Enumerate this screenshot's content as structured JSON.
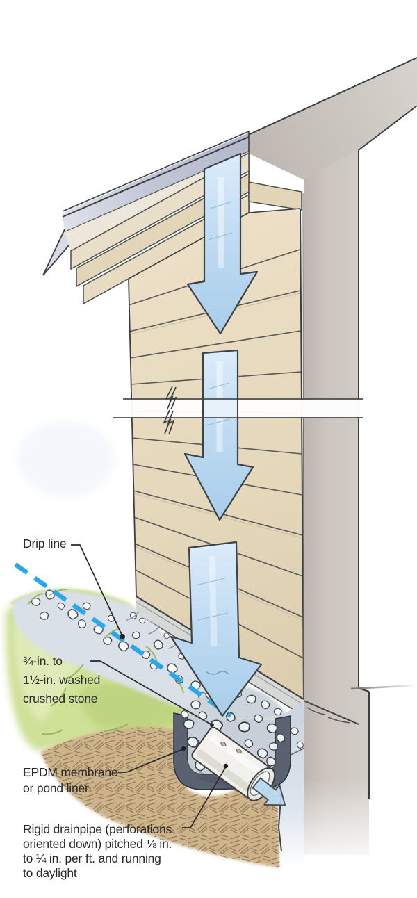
{
  "illustration": {
    "labels": {
      "drip_line": "Drip line",
      "crushed_stone": "¾-in. to\n1½-in. washed\ncrushed stone",
      "epdm_membrane": "EPDM membrane\nor pond liner",
      "rigid_drainpipe": "Rigid drainpipe (perforations\noriented down) pitched ⅛ in.\nto ¼ in. per ft. and running\nto daylight"
    },
    "icons": {
      "water_flow_arrows": "three large downward light-blue arrows on wall face",
      "outflow_arrow": "small blue arrow leaving drainpipe",
      "drip_line_style": "dashed bright-blue diagonal line",
      "break_symbol": "lightning-bolt wall break marks"
    },
    "palette": {
      "arrow_blue": "#bedcf2",
      "drip_line_blue": "#2aa7e8",
      "siding_tan": "#e6dabe",
      "roof_gray_blue": "#c2c6d6",
      "corner_gray": "#ccc5bf",
      "grass_green": "#cfe097",
      "soil_tan": "#cdb389",
      "membrane_gray": "#5a6170",
      "gravel_gray": "#dae0e7",
      "pipe_white": "#f2f1ec",
      "text_black": "#27292b"
    }
  }
}
